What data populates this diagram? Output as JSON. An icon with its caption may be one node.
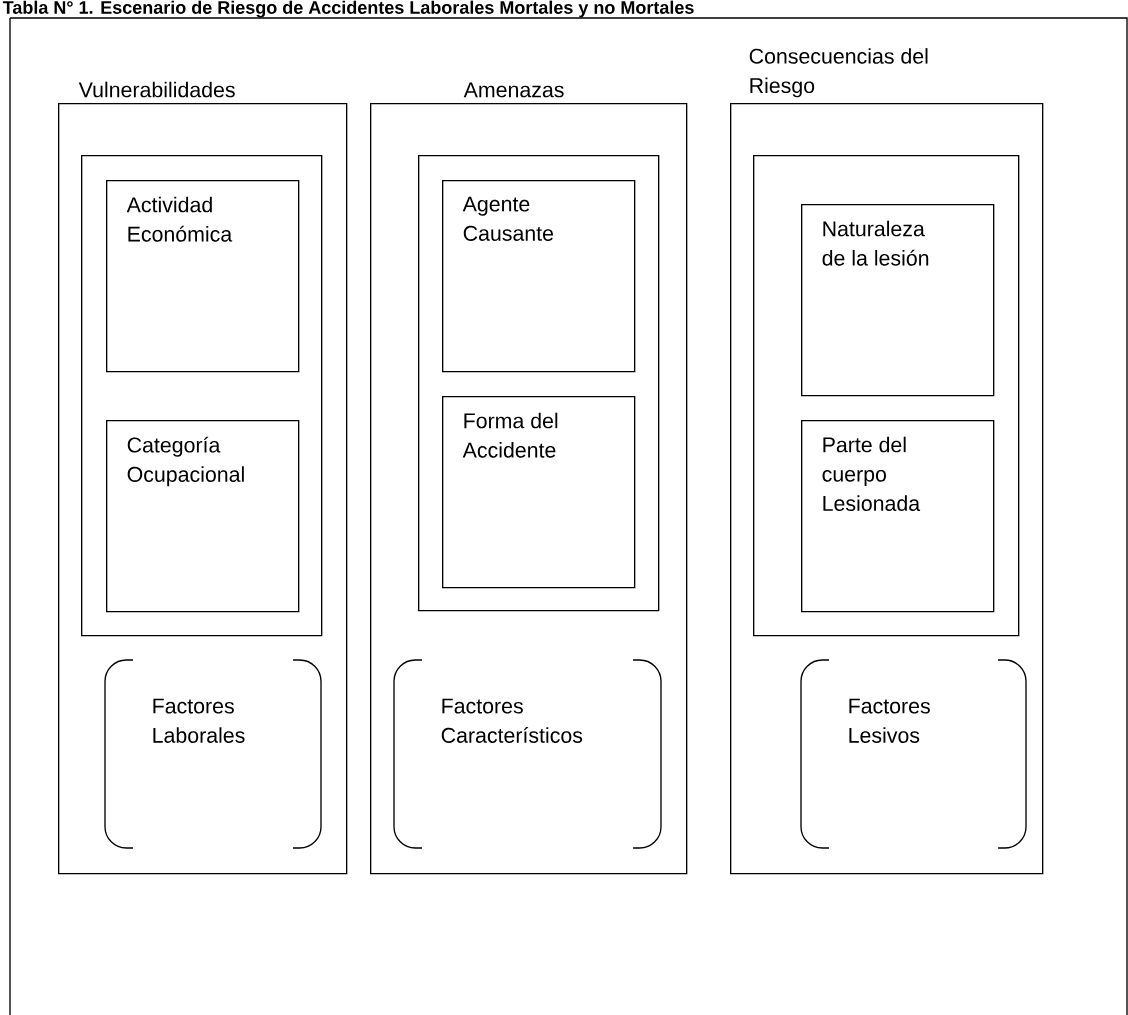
{
  "diagram": {
    "title": "Tabla N° 1. Escenario de Riesgo de Accidentes Laborales Mortales y no Mortales",
    "nodes": [
      {
        "text": [
          "Vulnerabilidades"
        ]
      },
      {
        "text": [],
        "shape": "box",
        "in": 0
      },
      {
        "text": [
          "Actividad Económica"
        ],
        "in": 1
      },
      {
        "text": [
          "Categoría Ocupacional"
        ],
        "in": 1
      },
      {
        "text": [
          "Factores Laborales"
        ],
        "in": 0
      },
      {
        "text": [
          "Amenazas"
        ]
      },
      {
        "text": [],
        "shape": "box",
        "in": 5
      },
      {
        "text": [
          "Agente Causante"
        ],
        "in": 6
      },
      {
        "text": [
          "Forma del Accidente"
        ],
        "in": 6
      },
      {
        "text": [
          "Factores Característicos"
        ],
        "in": 5
      },
      {
        "text": [
          "Consecuencias del Riesgo"
        ]
      },
      {
        "text": [],
        "shape": "box",
        "in": 10
      },
      {
        "text": [
          "Naturaleza de la lesión"
        ],
        "in": 11
      },
      {
        "text": [
          "Parte del cuerpo Lesionada"
        ],
        "in": 11
      },
      {
        "text": [
          "Factores Lesivos"
        ],
        "in": 10
      }
    ]
  }
}
